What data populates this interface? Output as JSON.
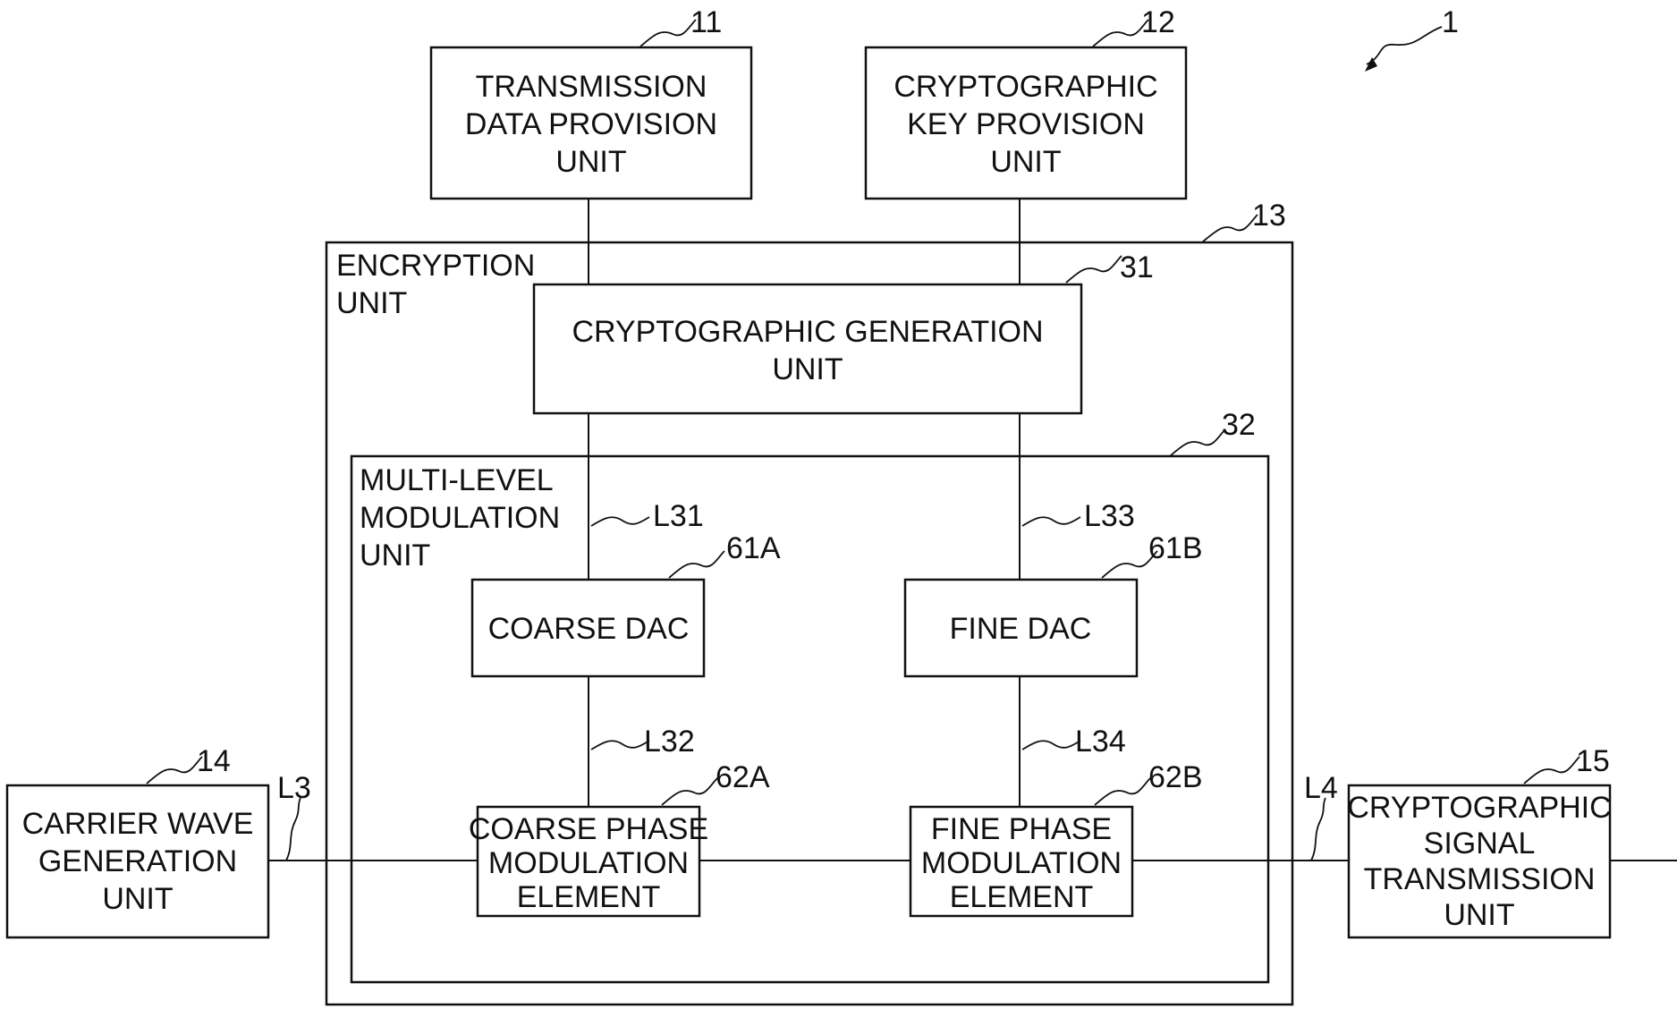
{
  "figure_number": "1",
  "blocks": {
    "transmission_data": {
      "ref": "11",
      "lines": [
        "TRANSMISSION",
        "DATA PROVISION",
        "UNIT"
      ]
    },
    "crypto_key": {
      "ref": "12",
      "lines": [
        "CRYPTOGRAPHIC",
        "KEY PROVISION",
        "UNIT"
      ]
    },
    "encryption": {
      "ref": "13",
      "lines": [
        "ENCRYPTION",
        "UNIT"
      ]
    },
    "crypto_generation": {
      "ref": "31",
      "lines": [
        "CRYPTOGRAPHIC GENERATION",
        "UNIT"
      ]
    },
    "multi_level": {
      "ref": "32",
      "lines": [
        "MULTI-LEVEL",
        "MODULATION",
        "UNIT"
      ]
    },
    "coarse_dac": {
      "ref": "61A",
      "lines": [
        "COARSE DAC"
      ]
    },
    "fine_dac": {
      "ref": "61B",
      "lines": [
        "FINE DAC"
      ]
    },
    "coarse_phase": {
      "ref": "62A",
      "lines": [
        "COARSE PHASE",
        "MODULATION",
        "ELEMENT"
      ]
    },
    "fine_phase": {
      "ref": "62B",
      "lines": [
        "FINE PHASE",
        "MODULATION",
        "ELEMENT"
      ]
    },
    "carrier_wave": {
      "ref": "14",
      "lines": [
        "CARRIER WAVE",
        "GENERATION",
        "UNIT"
      ]
    },
    "crypto_signal": {
      "ref": "15",
      "lines": [
        "CRYPTOGRAPHIC",
        "SIGNAL",
        "TRANSMISSION",
        "UNIT"
      ]
    }
  },
  "signal_lines": {
    "l3": "L3",
    "l4": "L4",
    "l31": "L31",
    "l32": "L32",
    "l33": "L33",
    "l34": "L34"
  }
}
